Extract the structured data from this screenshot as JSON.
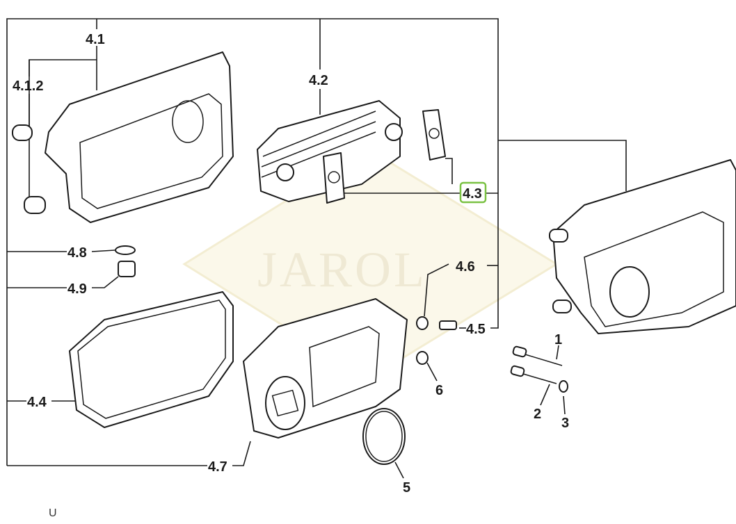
{
  "watermark": "JAROL",
  "labels": {
    "p4_1": "4.1",
    "p4_1_2": "4.1.2",
    "p4_2": "4.2",
    "p4_3": "4.3",
    "p4_4": "4.4",
    "p4_5": "4.5",
    "p4_6": "4.6",
    "p4_7": "4.7",
    "p4_8": "4.8",
    "p4_9": "4.9",
    "p1": "1",
    "p2": "2",
    "p3": "3",
    "p5": "5",
    "p6": "6"
  },
  "highlight_color": "#7ac143",
  "corner_mark": "U"
}
